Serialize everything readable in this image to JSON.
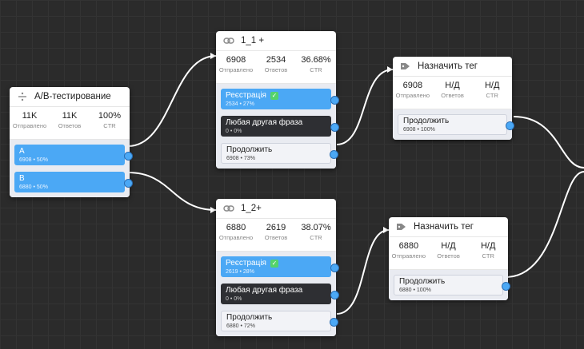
{
  "colors": {
    "accent": "#4ba8f5",
    "dark_button": "#2e2f33",
    "canvas": "#2b2b2b",
    "check": "#54d36a"
  },
  "stat_labels": {
    "sent": "Отправлено",
    "answers": "Ответов",
    "ctr": "CTR"
  },
  "nodes": {
    "ab": {
      "title": "А/В-тестирование",
      "icon": "divide-icon",
      "stats": {
        "sent": "11K",
        "answers": "11K",
        "ctr": "100%"
      },
      "buttons": [
        {
          "label": "A",
          "sub": "6908 • 50%"
        },
        {
          "label": "B",
          "sub": "6880 • 50%"
        }
      ]
    },
    "n1_1": {
      "title": "1_1 +",
      "icon": "link-icon",
      "stats": {
        "sent": "6908",
        "answers": "2534",
        "ctr": "36.68%"
      },
      "buttons": [
        {
          "label": "Реєстрація",
          "sub": "2534 • 27%"
        },
        {
          "label": "Любая другая фраза",
          "sub": "0 • 0%"
        },
        {
          "label": "Продолжить",
          "sub": "6908 • 73%"
        }
      ]
    },
    "n1_2": {
      "title": "1_2+",
      "icon": "link-icon",
      "stats": {
        "sent": "6880",
        "answers": "2619",
        "ctr": "38.07%"
      },
      "buttons": [
        {
          "label": "Реєстрація",
          "sub": "2619 • 28%"
        },
        {
          "label": "Любая другая фраза",
          "sub": "0 • 0%"
        },
        {
          "label": "Продолжить",
          "sub": "6880 • 72%"
        }
      ]
    },
    "tag1": {
      "title": "Назначить тег",
      "icon": "tag-icon",
      "stats": {
        "sent": "6908",
        "answers": "Н/Д",
        "ctr": "Н/Д"
      },
      "buttons": [
        {
          "label": "Продолжить",
          "sub": "6908 • 100%"
        }
      ]
    },
    "tag2": {
      "title": "Назначить тег",
      "icon": "tag-icon",
      "stats": {
        "sent": "6880",
        "answers": "Н/Д",
        "ctr": "Н/Д"
      },
      "buttons": [
        {
          "label": "Продолжить",
          "sub": "6880 • 100%"
        }
      ]
    }
  }
}
